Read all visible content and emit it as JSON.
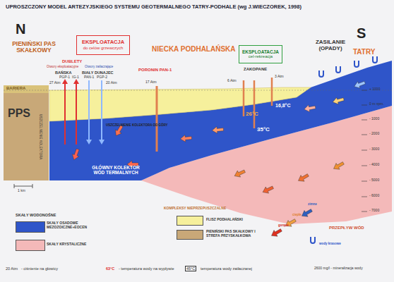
{
  "diagram": {
    "title": "UPROSZCZONY MODEL ARTEZYJSKIEGO SYSTEMU GEOTERMALNEGO TATRY-PODHALE (wg J.WIECZOREK, 1998)",
    "nodes": [
      {
        "text": [
          "EKSPLOATACJA",
          "do celów grzewczych"
        ]
      },
      {
        "text": [
          "EKSPLOATACJA",
          "cel-rekreacja"
        ]
      },
      {
        "text": [
          "PPS",
          "USZCZELNIENIE KOLEKTORA"
        ]
      }
    ],
    "labels": [
      "N",
      "S",
      "PIENIŃSKI PAS SKAŁKOWY",
      "NIECKA PODHALAŃSKA",
      "TATRY",
      "DUBLETY",
      "Otwory eksploatacyjne",
      "Otwory zatłaczające",
      "BAŃSKA",
      "BIAŁY DUNAJEC",
      "PGP-1",
      "IG-1",
      "PAN-1",
      "PGP-2",
      "27 Atm",
      "20 Atm",
      "BARIERA",
      "PORONIN PAN-1",
      "17 Atm",
      "ZAKOPANE",
      "6 Atm",
      "3 Atm",
      "16,8°C",
      "26°C",
      "35°C",
      "USZCZELNIENIE KOLEKTORA OD GÓRY",
      "GŁÓWNY KOLEKTOR WÓD TERMALNYCH",
      "ZASILANIE (OPADY)",
      "+ 1000",
      "0 m npm.",
      "- 1000",
      "- 2000",
      "- 3000",
      "- 4000",
      "- 5000",
      "- 6000",
      "- 7000",
      "1 km",
      "SKAŁY WODONOŚNE",
      "KOMPLEKSY NIEPRZEPUSZCZALNE",
      "PRZEPŁYW WÓD",
      "20 Atm",
      "- ciśnienie na głowicy",
      "63°C",
      "- temperatura wody na wypływie",
      "45°C",
      "temperatura wody zatłaczanej",
      "2600 mg/l - mineralizacja wody"
    ],
    "legend": [
      {
        "text": "SKAŁY OSADOWE MEZOZOICZNE+EOCEN",
        "color": "#2f55c9"
      },
      {
        "text": "SKAŁY KRYSTALICZNE",
        "color": "#f4b9b9"
      },
      {
        "text": "FLISZ PODHALAŃSKI",
        "color": "#f6f09c"
      },
      {
        "text": "PIENIŃSKI PAS SKAŁKOWY I STREFA PRZYSKAŁKOWA",
        "color": "#c8a878"
      },
      {
        "text": "zimne"
      },
      {
        "text": "ciepłe"
      },
      {
        "text": "gorące"
      },
      {
        "text": "wody krasowe"
      }
    ]
  }
}
